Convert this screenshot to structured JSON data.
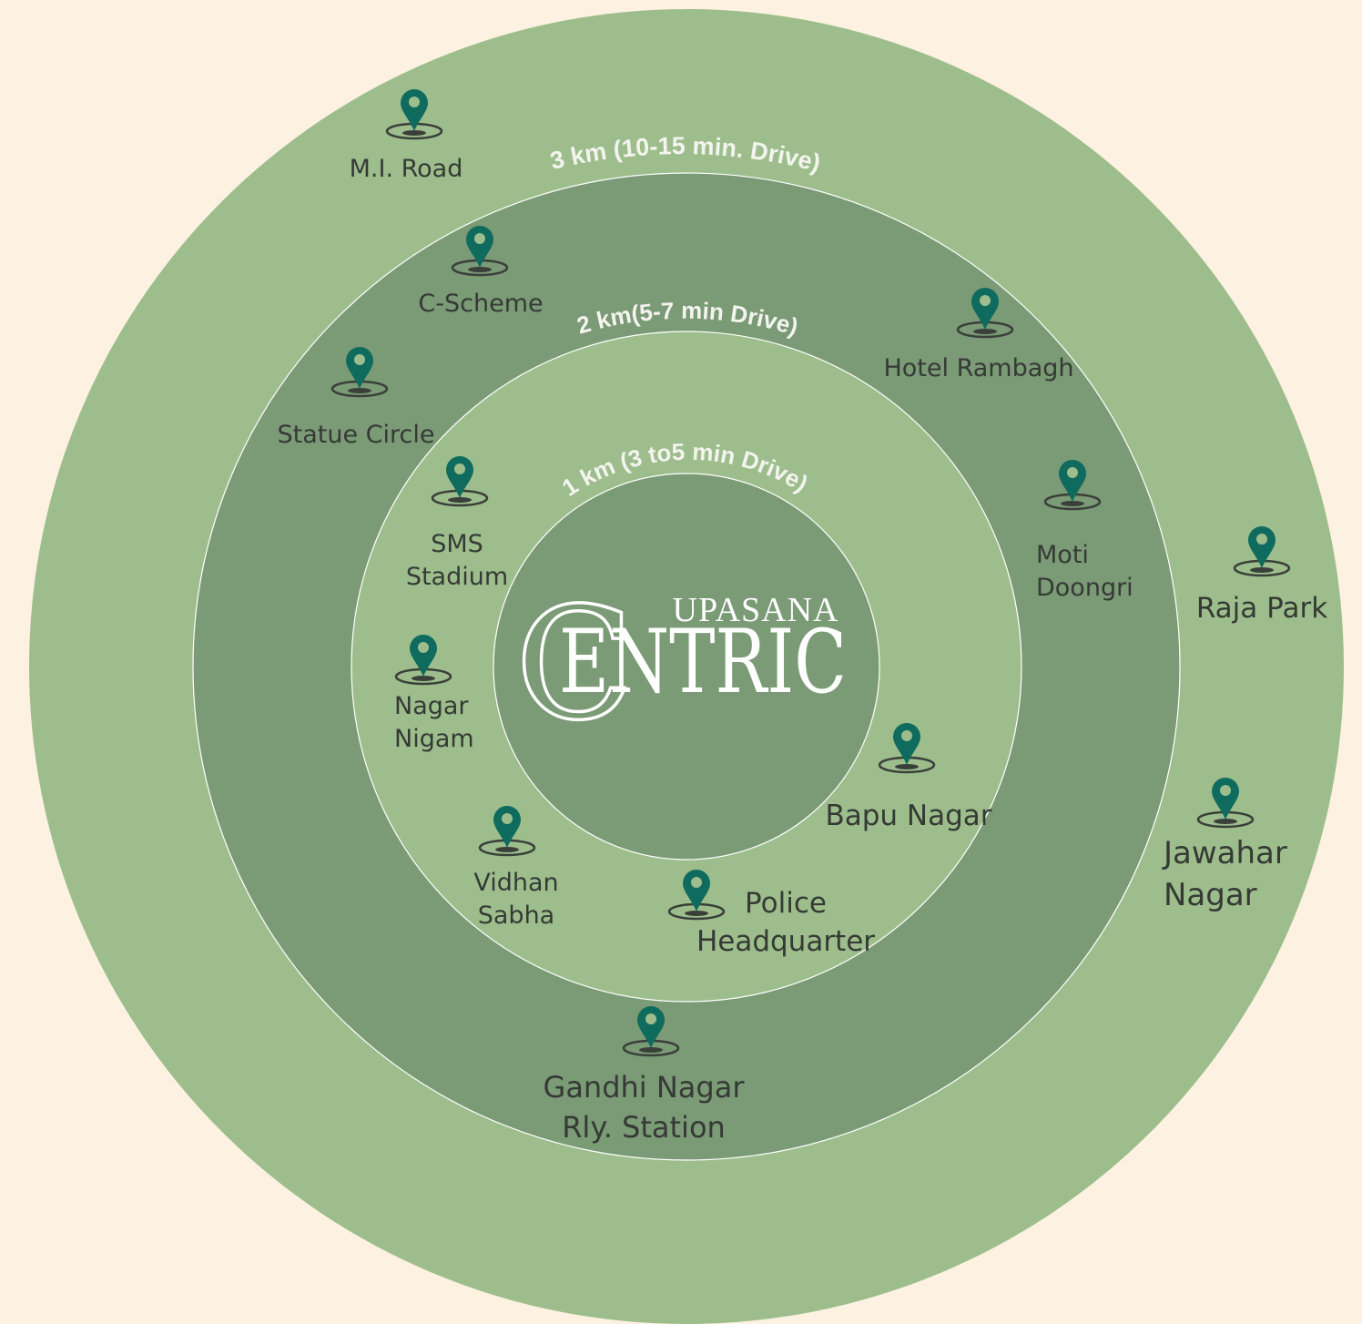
{
  "colors": {
    "background": "#fdf2e1",
    "light_ring": "#9dbe8c",
    "dark_ring": "#7b9a76",
    "ring_border": "#ffffff",
    "pin": "#0f6b5e",
    "pin_base": "#3a3f3a",
    "place_text": "#353a35",
    "ring_text": "#f4f4ef",
    "brand": "#ffffff"
  },
  "brand": {
    "prefix": "UPASANA",
    "initial": "C",
    "rest": "ENTRIC"
  },
  "rings": [
    {
      "label": "3 km (10-15 min. Drive)"
    },
    {
      "label": "2 km(5-7 min Drive)"
    },
    {
      "label": "1 km (3 to5 min Drive)"
    }
  ],
  "places": [
    {
      "id": "mi-road",
      "lines": [
        "M.I. Road"
      ]
    },
    {
      "id": "c-scheme",
      "lines": [
        "C-Scheme"
      ]
    },
    {
      "id": "hotel-rambagh",
      "lines": [
        "Hotel Rambagh"
      ]
    },
    {
      "id": "statue-circle",
      "lines": [
        "Statue Circle"
      ]
    },
    {
      "id": "sms-stadium",
      "lines": [
        "SMS",
        "Stadium"
      ]
    },
    {
      "id": "moti-doongri",
      "lines": [
        "Moti",
        "Doongri"
      ]
    },
    {
      "id": "raja-park",
      "lines": [
        "Raja Park"
      ]
    },
    {
      "id": "nagar-nigam",
      "lines": [
        "Nagar",
        "Nigam"
      ]
    },
    {
      "id": "bapu-nagar",
      "lines": [
        "Bapu Nagar"
      ]
    },
    {
      "id": "jawahar-nagar",
      "lines": [
        "Jawahar",
        "Nagar"
      ]
    },
    {
      "id": "vidhan-sabha",
      "lines": [
        "Vidhan",
        "Sabha"
      ]
    },
    {
      "id": "police-headquarter",
      "lines": [
        "Police",
        "Headquarter"
      ]
    },
    {
      "id": "gandhi-nagar-rly-station",
      "lines": [
        "Gandhi Nagar",
        "Rly. Station"
      ]
    }
  ]
}
